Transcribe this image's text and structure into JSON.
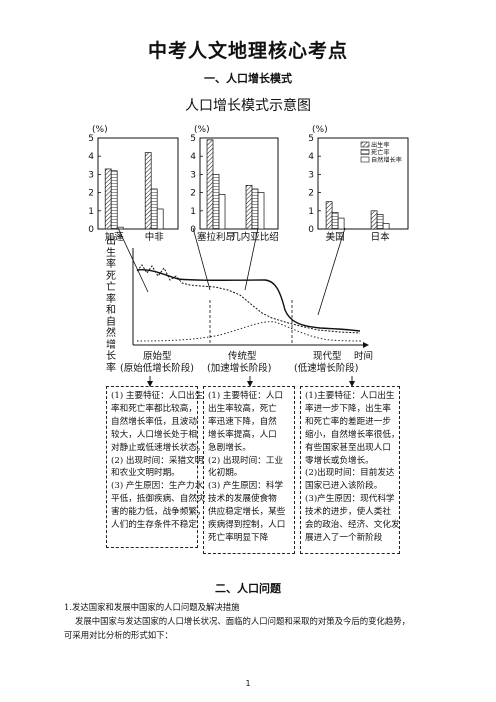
{
  "page": {
    "title": "中考人文地理核心考点",
    "section1": "一、人口增长模式",
    "figure_title": "人口增长模式示意图",
    "section2": "二、人口问题",
    "item1": "1.发达国家和发展中国家的人口问题及解决措施",
    "para_line1": "发展中国家与发达国家的人口增长状况、面临的人口问题和采取的对策及今后的变化趋势，",
    "para_line2": "可采用对比分析的形式如下：",
    "page_number": "1"
  },
  "chart_data": [
    {
      "type": "bar",
      "unit_label": "(%)",
      "yticks": [
        "0",
        "1",
        "2",
        "3",
        "4",
        "5"
      ],
      "ylim": [
        0,
        5
      ],
      "categories": [
        "加蓬",
        "中非"
      ],
      "series": [
        {
          "name": "出生率",
          "values": [
            3.3,
            4.2
          ]
        },
        {
          "name": "死亡率",
          "values": [
            3.2,
            2.2
          ]
        },
        {
          "name": "自然增长率",
          "values": [
            0.1,
            1.1
          ]
        }
      ]
    },
    {
      "type": "bar",
      "unit_label": "(%)",
      "yticks": [
        "0",
        "1",
        "2",
        "3",
        "4",
        "5"
      ],
      "ylim": [
        0,
        5
      ],
      "categories": [
        "塞拉利昂",
        "几内亚比绍"
      ],
      "series": [
        {
          "name": "出生率",
          "values": [
            4.9,
            2.4
          ]
        },
        {
          "name": "死亡率",
          "values": [
            3.0,
            2.2
          ]
        },
        {
          "name": "自然增长率",
          "values": [
            1.9,
            2.0
          ]
        }
      ]
    },
    {
      "type": "bar",
      "unit_label": "(%)",
      "yticks": [
        "0",
        "1",
        "2",
        "3",
        "4",
        "5"
      ],
      "ylim": [
        0,
        5
      ],
      "legend": [
        "出生率",
        "死亡率",
        "自然增长率"
      ],
      "legend_position": "top-right",
      "categories": [
        "美国",
        "日本"
      ],
      "series": [
        {
          "name": "出生率",
          "values": [
            1.5,
            1.0
          ]
        },
        {
          "name": "死亡率",
          "values": [
            0.9,
            0.8
          ]
        },
        {
          "name": "自然增长率",
          "values": [
            0.6,
            0.3
          ]
        }
      ]
    }
  ],
  "curve": {
    "ylabel": "出生率死亡率和自然增长率",
    "xlabel_time": "时间",
    "stages": [
      {
        "name": "原始型",
        "desc": "(原始低增长阶段)"
      },
      {
        "name": "传统型",
        "desc": "(加速增长阶段)"
      },
      {
        "name": "现代型",
        "desc": "(低速增长阶段)"
      }
    ]
  },
  "boxes": [
    {
      "lines": [
        "(1) 主要特征：人口出生",
        "率和死亡率都比较高，",
        "自然增长率低，且波动",
        "较大，人口增长处于相",
        "对静止或低速增长状态。",
        "(2) 出现时间：采猎文明",
        "和农业文明时期。",
        "(3) 产生原因：生产力水",
        "平低，抵御疾病、自然灾",
        "害的能力低，战争频繁，",
        "人们的生存条件不稳定"
      ]
    },
    {
      "lines": [
        "(1) 主要特征：人口",
        "出生率较高，死亡",
        "率迅速下降，自然",
        "增长率提高，人口",
        "急剧增长。",
        "(2) 出现时间：工业",
        "化初期。",
        "(3) 产生原因：科学",
        "技术的发展使食物",
        "供应稳定增长，某些",
        "疾病得到控制，人口",
        "死亡率明显下降"
      ]
    },
    {
      "lines": [
        "(1)主要特征：人口出生",
        "率进一步下降，出生率",
        "和死亡率的差距进一步",
        "缩小，自然增长率很低，",
        "有些国家甚至出现人口",
        "零增长或负增长。",
        "(2)出现时间：目前发达",
        "国家已进入该阶段。",
        "(3)产生原因：现代科学",
        "技术的进步，使人类社",
        "会的政治、经济、文化发",
        "展进入了一个新阶段"
      ]
    }
  ]
}
